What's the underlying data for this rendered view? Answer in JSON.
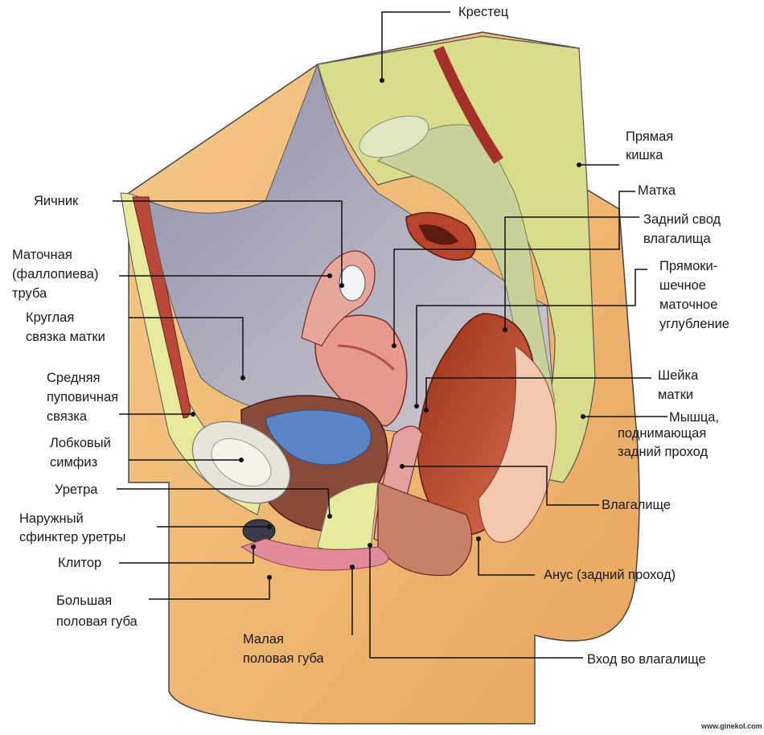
{
  "labels": {
    "sacrum": "Крестец",
    "rectum": [
      "Прямая",
      "кишка"
    ],
    "ovary": "Яичник",
    "uterus": "Матка",
    "posterior_fornix": [
      "Задний свод",
      "влагалища"
    ],
    "tube": [
      "Маточная",
      "(фаллопиева)",
      "труба"
    ],
    "rectouterine": [
      "Прямоки-",
      "шечное",
      "маточное",
      "углубление"
    ],
    "round_ligament": [
      "Круглая",
      "связка матки"
    ],
    "cervix": [
      "Шейка",
      "матки"
    ],
    "median_umbilical": [
      "Средняя",
      "пуповичная",
      "связка"
    ],
    "levator": [
      "Мышца,",
      "поднимающая",
      "задний проход"
    ],
    "symphysis": [
      "Лобковый",
      "симфиз"
    ],
    "urethra": "Уретра",
    "vagina": "Влагалище",
    "sphincter": [
      "Наружный",
      "сфинктер уретры"
    ],
    "clitoris": "Клитор",
    "anus": "Анус (задний проход)",
    "labia_majora": [
      "Большая",
      "половая губа"
    ],
    "labia_minora": [
      "Малая",
      "половая губа"
    ],
    "vestibule": "Вход во влагалище"
  },
  "watermark": "www.ginekol.com"
}
